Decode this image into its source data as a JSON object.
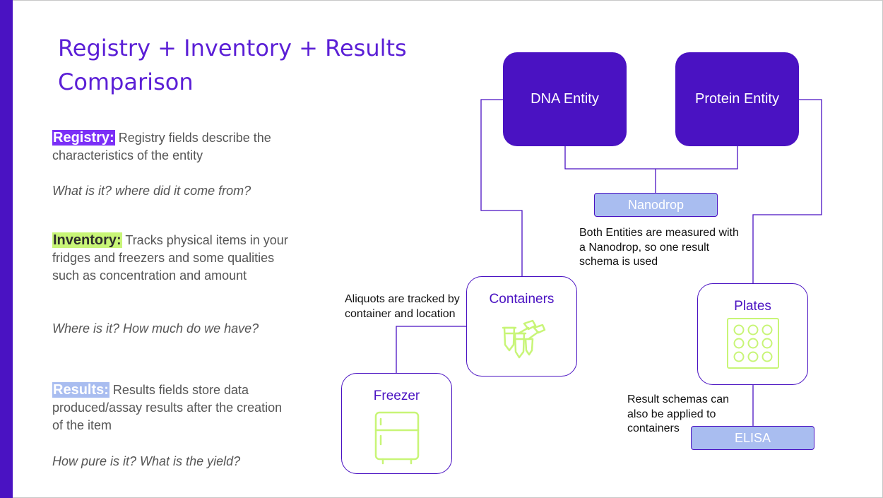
{
  "title": "Registry + Inventory + Results Comparison",
  "sections": {
    "registry": {
      "tag": "Registry:",
      "text": " Registry fields describe the characteristics of the entity",
      "question": "What is it? where did it come from?"
    },
    "inventory": {
      "tag": "Inventory:",
      "text": " Tracks physical items in your fridges and freezers and some qualities such as concentration and amount",
      "question": "Where is it?  How much do we have?"
    },
    "results": {
      "tag": "Results:",
      "text": " Results fields store data produced/assay results after the creation of the item",
      "question": "How pure is it? What is the yield?"
    }
  },
  "diagram": {
    "dna_entity": "DNA Entity",
    "protein_entity": "Protein Entity",
    "nanodrop": "Nanodrop",
    "nanodrop_note": "Both Entities are measured with a Nanodrop, so one result schema is used",
    "containers": "Containers",
    "containers_note": "Aliquots are tracked by container and location",
    "freezer": "Freezer",
    "plates": "Plates",
    "plates_note": "Result schemas can also be applied to containers",
    "elisa": "ELISA",
    "icons": [
      "test-tubes-icon",
      "freezer-icon",
      "well-plate-icon"
    ]
  },
  "colors": {
    "accent": "#4a12c2",
    "title": "#5b1fd6",
    "registry_highlight": "#7b2ff7",
    "inventory_highlight": "#c8f577",
    "results_highlight": "#a9bdf0",
    "icon_green": "#c8f577"
  }
}
